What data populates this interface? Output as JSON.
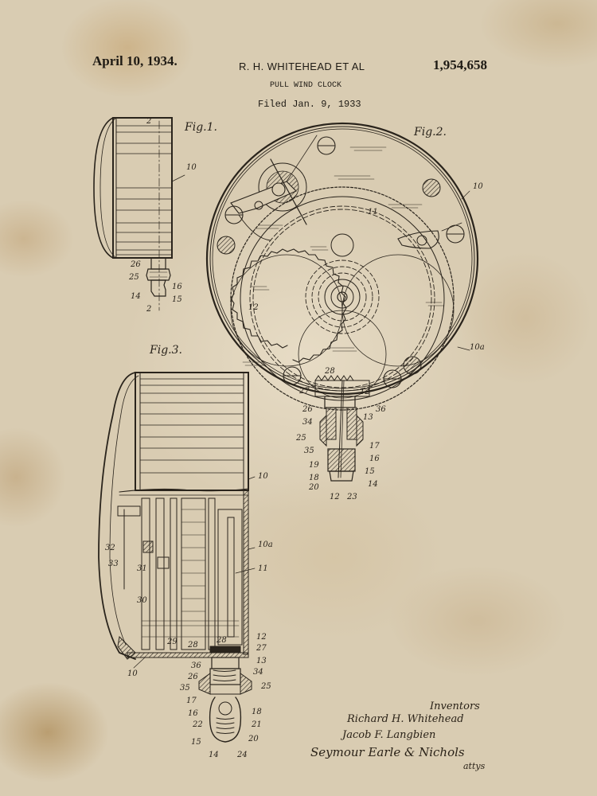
{
  "header": {
    "date": "April 10, 1934.",
    "inventor_line": "R. H. WHITEHEAD ET AL",
    "patent_number": "1,954,658",
    "title": "PULL WIND CLOCK",
    "filed": "Filed Jan. 9, 1933"
  },
  "figures": {
    "fig1": {
      "label": "Fig.1.",
      "refs": {
        "r2top": "2",
        "r10": "10",
        "r26": "26",
        "r25": "25",
        "r16": "16",
        "r14": "14",
        "r15": "15",
        "r2bot": "2"
      }
    },
    "fig2": {
      "label": "Fig.2.",
      "refs": {
        "r10": "10",
        "r11": "11",
        "r12": "12",
        "r10a": "10a",
        "r28": "28",
        "r27": "27",
        "r12b": "12",
        "r26": "26",
        "r36": "36",
        "r34": "34",
        "r13": "13",
        "r25": "25",
        "r35": "35",
        "r17": "17",
        "r19": "19",
        "r16": "16",
        "r18": "18",
        "r15": "15",
        "r20": "20",
        "r14": "14",
        "r12c": "12",
        "r23": "23"
      }
    },
    "fig3": {
      "label": "Fig.3.",
      "refs": {
        "r10": "10",
        "r10a": "10a",
        "r11": "11",
        "r32": "32",
        "r33": "33",
        "r31": "31",
        "r30": "30",
        "r29": "29",
        "r28a": "28",
        "r28b": "28",
        "r12": "12",
        "r27": "27",
        "r13": "13",
        "r36": "36",
        "r34": "34",
        "r26": "26",
        "r35": "35",
        "r25": "25",
        "r17": "17",
        "r18": "18",
        "r16": "16",
        "r22": "22",
        "r21": "21",
        "r15": "15",
        "r20": "20",
        "r14": "14",
        "r24": "24",
        "r10b": "10"
      }
    }
  },
  "signatures": {
    "title": "Inventors",
    "inventor1": "Richard H. Whitehead",
    "inventor2": "Jacob F. Langbien",
    "attorneys": "Seymour Earle & Nichols",
    "attys": "attys"
  },
  "colors": {
    "paper": "#d9ccb2",
    "ink": "#2a241c",
    "stain": "#b48e55"
  }
}
